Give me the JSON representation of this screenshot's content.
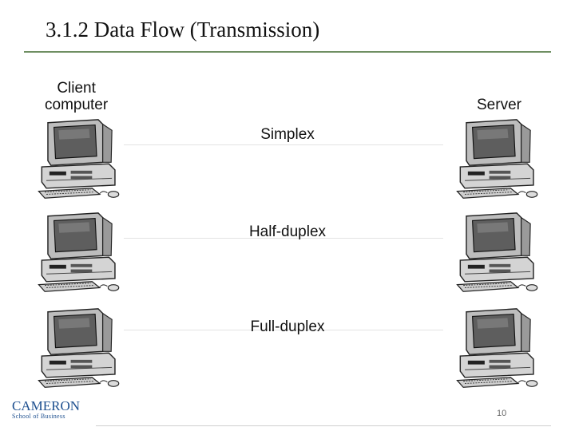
{
  "slide": {
    "title": "3.1.2 Data Flow (Transmission)",
    "page_number": "10"
  },
  "diagram": {
    "client_label_line1": "Client",
    "client_label_line2": "computer",
    "server_label": "Server",
    "modes": [
      {
        "label": "Simplex"
      },
      {
        "label": "Half-duplex"
      },
      {
        "label": "Full-duplex"
      }
    ]
  },
  "logo": {
    "main": "CAMERON",
    "sub": "School of Business"
  },
  "icons": {
    "computer": "desktop-computer-icon"
  },
  "colors": {
    "title_rule": "#6f8f62",
    "logo": "#1d4f8f"
  }
}
